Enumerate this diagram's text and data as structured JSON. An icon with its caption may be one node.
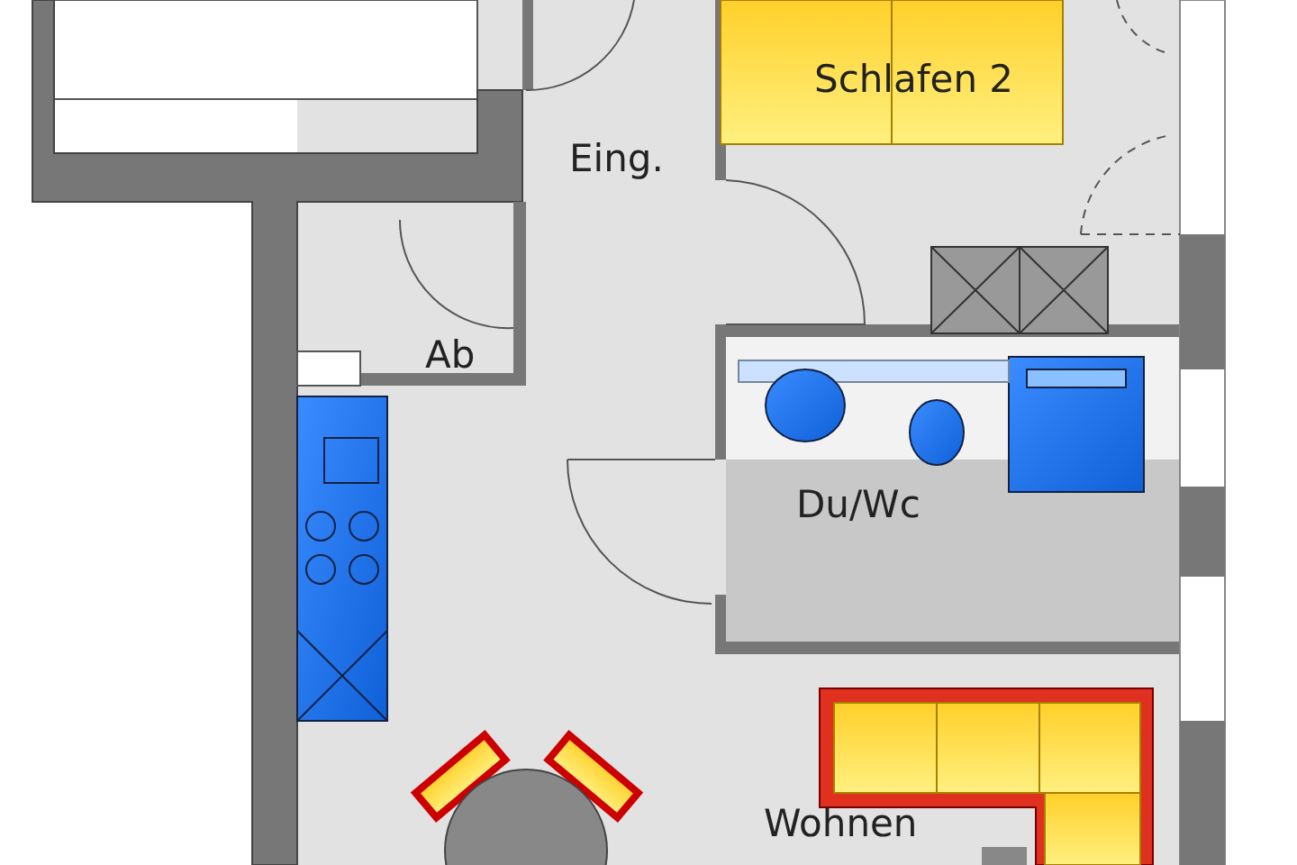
{
  "diagram": {
    "labels": [
      "Schlafen 2",
      "Eing.",
      "Ab",
      "Du/Wc",
      "Wohnen"
    ]
  }
}
